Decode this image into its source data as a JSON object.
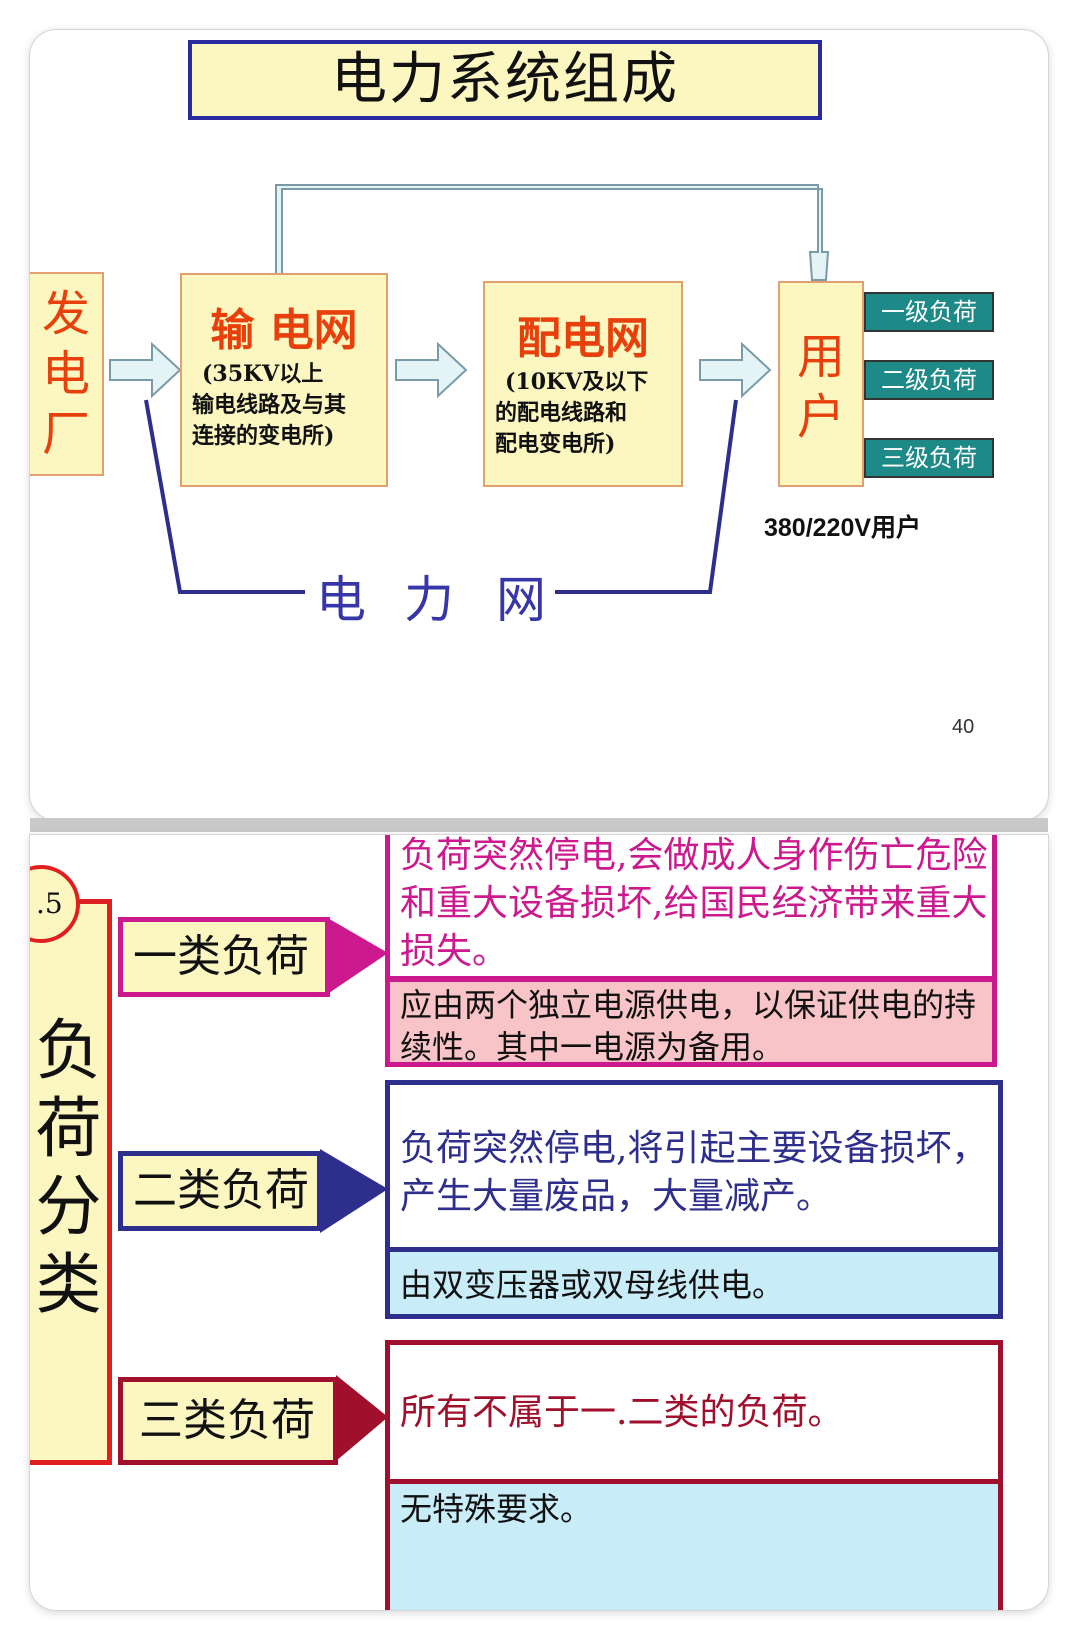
{
  "slide1": {
    "title": "电力系统组成",
    "plant": {
      "chars": [
        "发",
        "电",
        "厂"
      ]
    },
    "transmission": {
      "title": "输 电网",
      "line1": "(35KV以上",
      "line2": "输电线路及与其",
      "line3": "连接的变电所)"
    },
    "distribution": {
      "title": "配电网",
      "line1": "(10KV及以下",
      "line2": "的配电线路和",
      "line3": "配电变电所)"
    },
    "user": {
      "chars": [
        "用",
        "户"
      ]
    },
    "loads": [
      "一级负荷",
      "二级负荷",
      "三级负荷"
    ],
    "voltage_label": "380/220V用户",
    "grid_label": [
      "电",
      "力",
      "网"
    ],
    "page_number": "40"
  },
  "slide2": {
    "badge": ".5",
    "vertical_title": [
      "负",
      "荷",
      "分",
      "类"
    ],
    "categories": [
      {
        "label": "一类负荷",
        "description": "负荷突然停电,会做成人身作伤亡危险和重大设备损坏,给国民经济带来重大损失。",
        "requirement": "应由两个独立电源供电，以保证供电的持续性。其中一电源为备用。"
      },
      {
        "label": "二类负荷",
        "description": "负荷突然停电,将引起主要设备损坏，产生大量废品，大量减产。",
        "requirement": "由双变压器或双母线供电。"
      },
      {
        "label": "三类负荷",
        "description": "所有不属于一.二类的负荷。",
        "requirement": "无特殊要求。"
      }
    ],
    "colors": {
      "cat1": "#cc1a8e",
      "cat2": "#2e2e8c",
      "cat3": "#a0102c",
      "req1_bg": "#f8c4c8",
      "req_bg": "#c8ecf8",
      "tag_bg": "#fcf6c0"
    }
  }
}
